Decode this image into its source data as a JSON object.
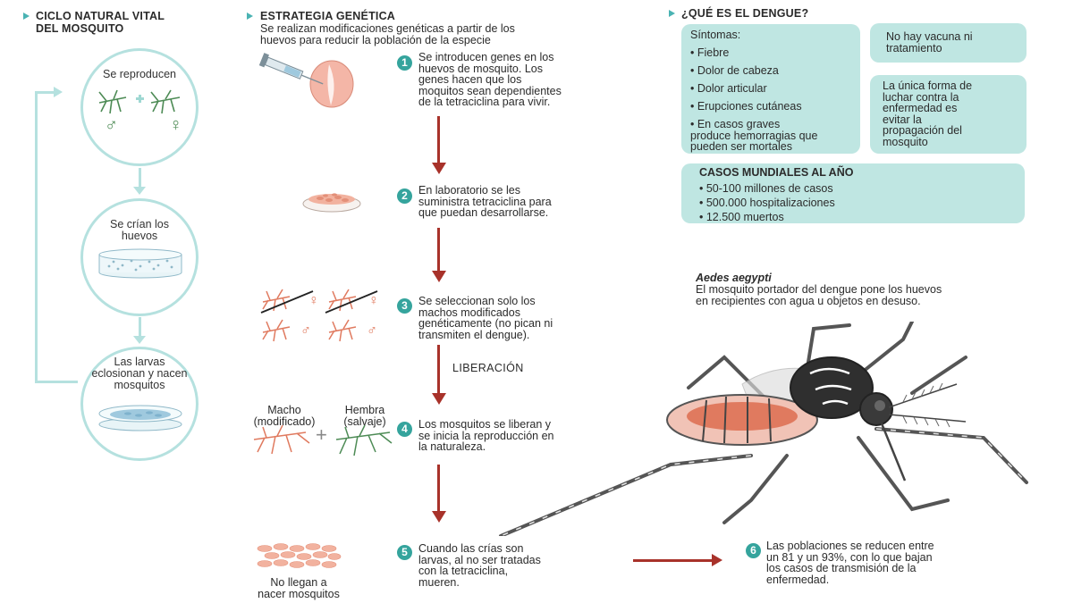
{
  "left": {
    "title_line1": "CICLO NATURAL VITAL",
    "title_line2": "DEL MOSQUITO",
    "circle1": "Se reproducen",
    "circle2_l1": "Se crían los",
    "circle2_l2": "huevos",
    "circle3_l1": "Las larvas",
    "circle3_l2": "eclosionan y nacen",
    "circle3_l3": "mosquitos",
    "male_symbol": "♂",
    "female_symbol": "♀",
    "plus": "+"
  },
  "middle": {
    "title": "ESTRATEGIA GENÉTICA",
    "intro_l1": "Se realizan modificaciones genéticas a partir de los",
    "intro_l2": "huevos para reducir la población de la especie",
    "steps": [
      {
        "num": "1",
        "lines": [
          "Se introducen genes en los",
          "huevos de mosquito. Los",
          "genes hacen que los",
          "moquitos sean dependientes",
          "de la tetraciclina para vivir."
        ]
      },
      {
        "num": "2",
        "lines": [
          "En laboratorio se les",
          "suministra tetraciclina para",
          "que puedan desarrollarse."
        ]
      },
      {
        "num": "3",
        "lines": [
          "Se seleccionan solo los",
          "machos modificados",
          "genéticamente (no pican ni",
          "transmiten el dengue)."
        ]
      },
      {
        "num": "4",
        "lines": [
          "Los mosquitos se liberan y",
          "se inicia la reproducción en",
          "la naturaleza."
        ]
      },
      {
        "num": "5",
        "lines": [
          "Cuando las crías son",
          "larvas, al no ser tratadas",
          "con la tetraciclina,",
          "mueren."
        ]
      }
    ],
    "liberacion": "LIBERACIÓN",
    "macho_l1": "Macho",
    "macho_l2": "(modificado)",
    "hembra_l1": "Hembra",
    "hembra_l2": "(salvaje)",
    "plus": "+",
    "no_llegan_l1": "No llegan a",
    "no_llegan_l2": "nacer mosquitos",
    "male_symbol": "♂",
    "female_symbol": "♀"
  },
  "right": {
    "title": "¿QUÉ ES EL DENGUE?",
    "sintomas_title": "Síntomas:",
    "sintomas": [
      "• Fiebre",
      "• Dolor de cabeza",
      "• Dolor articular",
      "• Erupciones cutáneas"
    ],
    "sintoma_grave": [
      "• En casos graves",
      "produce hemorragias que",
      "pueden ser mortales"
    ],
    "vacuna_l1": "No hay vacuna ni",
    "vacuna_l2": "tratamiento",
    "lucha": [
      "La única forma de",
      "luchar contra la",
      "enfermedad es",
      "evitar la",
      "propagación del",
      "mosquito"
    ],
    "casos_title": "CASOS MUNDIALES AL AÑO",
    "casos": [
      "• 50-100 millones de casos",
      "• 500.000 hospitalizaciones",
      "• 12.500 muertos"
    ],
    "aedes_name": "Aedes aegypti",
    "aedes_l1": "El mosquito portador del dengue pone los huevos",
    "aedes_l2": "en recipientes con agua u objetos en desuso.",
    "step6_num": "6",
    "step6": [
      "Las poblaciones se reducen entre",
      "un 81 y un 93%, con lo que bajan",
      "los casos de transmisión de la",
      "enfermedad."
    ]
  },
  "colors": {
    "teal": "#35a49d",
    "light_teal": "#bfe6e2",
    "circle_border": "#b5e1df",
    "red_arrow": "#a8322a",
    "mosquito_red": "#e07a5f",
    "mosquito_green": "#4d8b55"
  }
}
